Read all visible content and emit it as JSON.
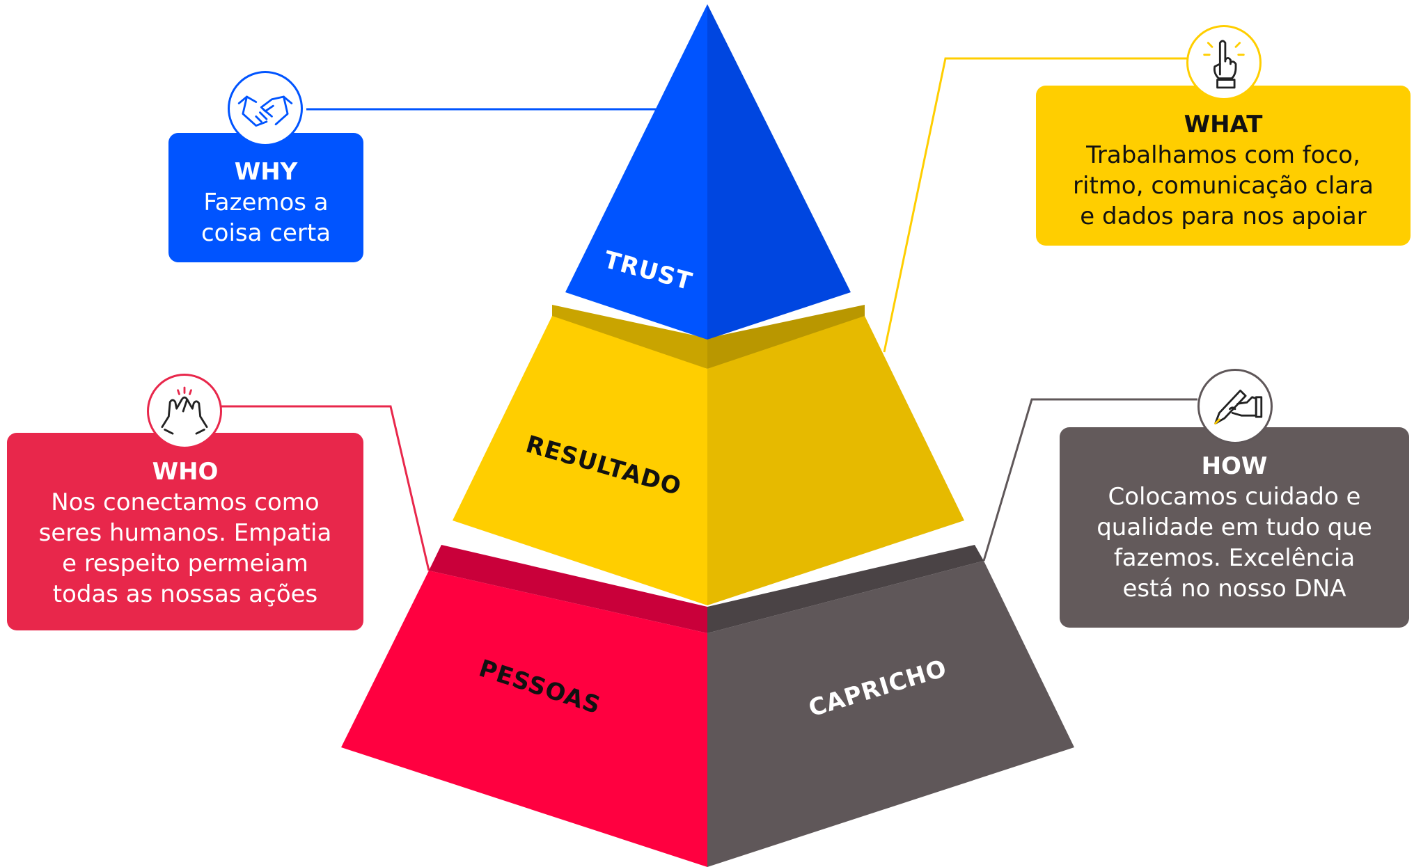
{
  "colors": {
    "blue": "#0054FF",
    "blue_dark": "#0046E0",
    "yellow": "#FFCE00",
    "yellow_dark": "#E6BA00",
    "yellow_shadow": "#C9A400",
    "red": "#FF0040",
    "red_shadow": "#C9003A",
    "gray": "#5F5759",
    "gray_shadow": "#4A4345",
    "card_red": "#E8274B",
    "card_gray": "#635A5B",
    "line_yellow": "#FFCE00",
    "line_blue": "#0054FF",
    "line_red": "#E8274B",
    "line_gray": "#5F5759"
  },
  "pyramid": {
    "trust_label": "TRUST",
    "resultado_label": "RESULTADO",
    "pessoas_label": "PESSOAS",
    "capricho_label": "CAPRICHO"
  },
  "cards": {
    "why": {
      "title": "WHY",
      "lines": [
        "Fazemos a",
        "coisa certa"
      ],
      "icon": "handshake-icon"
    },
    "what": {
      "title": "WHAT",
      "lines": [
        "Trabalhamos com foco,",
        "ritmo, comunicação clara",
        "e dados para nos apoiar"
      ],
      "icon": "raised-finger-icon"
    },
    "who": {
      "title": "WHO",
      "lines": [
        "Nos conectamos como",
        "seres humanos. Empatia",
        "e respeito permeiam",
        "todas as nossas ações"
      ],
      "icon": "high-five-icon"
    },
    "how": {
      "title": "HOW",
      "lines": [
        "Colocamos cuidado e",
        "qualidade em tudo que",
        "fazemos. Excelência",
        "está no nosso DNA"
      ],
      "icon": "hand-writing-icon"
    }
  }
}
